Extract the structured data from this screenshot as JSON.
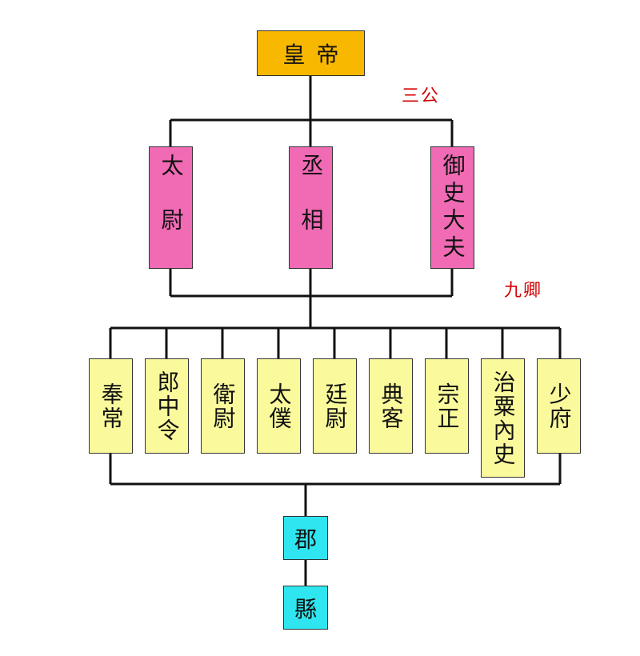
{
  "emperor": "皇帝",
  "sangong_label": "三公",
  "jiuqing_label": "九卿",
  "sangong": [
    "太尉",
    "丞相",
    "御史大夫"
  ],
  "jiuqing": [
    "奉常",
    "郎中令",
    "衛尉",
    "太僕",
    "廷尉",
    "典客",
    "宗正",
    "治粟內史",
    "少府"
  ],
  "jun": "郡",
  "xian": "縣",
  "colors": {
    "emperor": "#f9b800",
    "sangong": "#f06ab4",
    "jiuqing": "#fafa9c",
    "local": "#2fe6f0",
    "label": "#d40000"
  }
}
